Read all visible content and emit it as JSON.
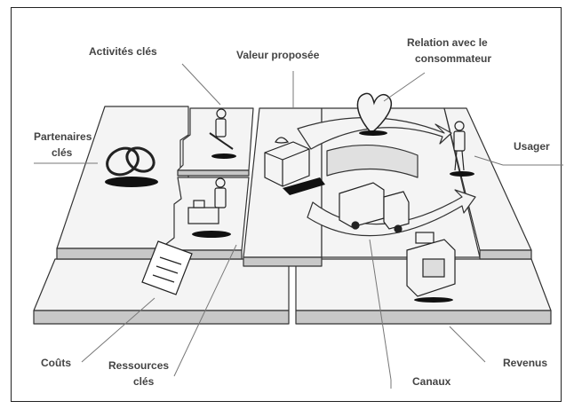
{
  "labels": {
    "activites_cles": "Activités clés",
    "valeur_proposee": "Valeur proposée",
    "relation_1": "Relation avec le",
    "relation_2": "consommateur",
    "partenaires_1": "Partenaires",
    "partenaires_2": "clés",
    "usager": "Usager",
    "couts": "Coûts",
    "ressources_1": "Ressources",
    "ressources_2": "clés",
    "canaux": "Canaux",
    "revenus": "Revenus"
  },
  "colors": {
    "ink": "#333333",
    "label": "#444444",
    "tile_top": "#f4f4f4",
    "tile_side": "#c8c8c8"
  }
}
